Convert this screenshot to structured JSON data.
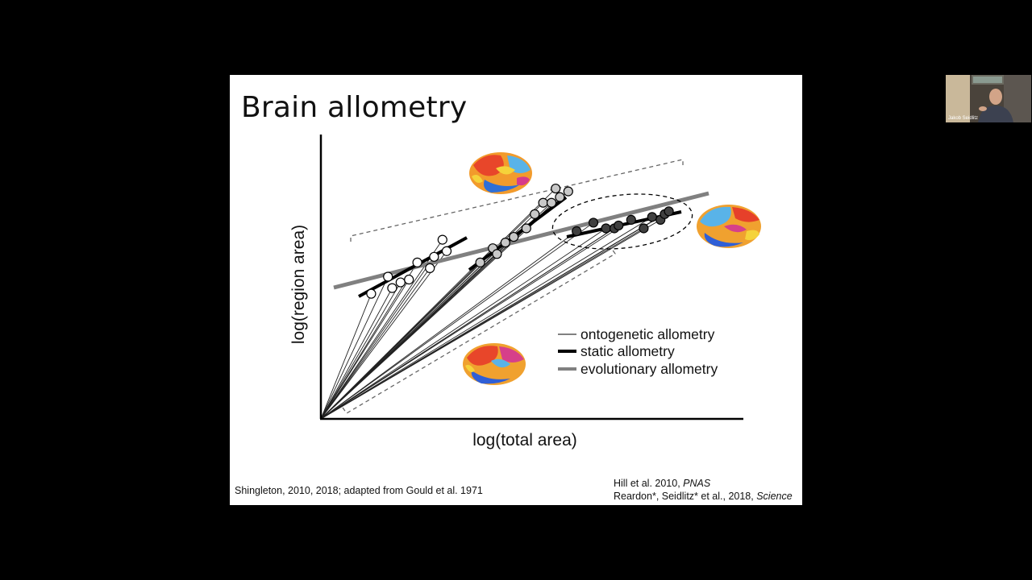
{
  "slide": {
    "title": "Brain allometry",
    "xlabel": "log(total area)",
    "ylabel": "log(region area)",
    "legend": [
      {
        "label": "ontogenetic allometry",
        "style": "thin",
        "color": "#000000"
      },
      {
        "label": "static allometry",
        "style": "thick",
        "color": "#000000"
      },
      {
        "label": "evolutionary allometry",
        "style": "thick",
        "color": "#808080"
      }
    ],
    "citation_left": "Shingleton, 2010, 2018; adapted from Gould et al. 1971",
    "citation_right": {
      "line1_text": "Hill et al. 2010, ",
      "line1_italic": "PNAS",
      "line2_text": "Reardon*, Seidlitz* et al., 2018, ",
      "line2_italic": "Science"
    },
    "brain_images": [
      "brain-surface-map-top",
      "brain-surface-map-right",
      "brain-surface-map-bottom"
    ],
    "colors": {
      "evolutionary": "#808080",
      "static": "#000000",
      "dashed": "#666666",
      "filled_point": "#404040"
    }
  },
  "video": {
    "speaker_name": "Jakob Seidlitz"
  },
  "chart_data": {
    "type": "scatter",
    "title": "",
    "xlabel": "log(total area)",
    "ylabel": "log(region area)",
    "series": [
      {
        "name": "ontogenetic allometry",
        "note": "thin lines from origin to each point"
      },
      {
        "name": "static allometry",
        "note": "thick black regression line per group"
      },
      {
        "name": "evolutionary allometry",
        "note": "thick gray line across groups"
      }
    ],
    "groups": [
      {
        "fill": "open",
        "points": [
          [
            0.12,
            0.44
          ],
          [
            0.16,
            0.5
          ],
          [
            0.17,
            0.46
          ],
          [
            0.19,
            0.48
          ],
          [
            0.21,
            0.49
          ],
          [
            0.23,
            0.55
          ],
          [
            0.26,
            0.53
          ],
          [
            0.27,
            0.57
          ],
          [
            0.29,
            0.63
          ],
          [
            0.3,
            0.59
          ]
        ]
      },
      {
        "fill": "light-gray",
        "points": [
          [
            0.38,
            0.55
          ],
          [
            0.41,
            0.6
          ],
          [
            0.42,
            0.58
          ],
          [
            0.44,
            0.62
          ],
          [
            0.46,
            0.64
          ],
          [
            0.49,
            0.67
          ],
          [
            0.51,
            0.72
          ],
          [
            0.53,
            0.76
          ],
          [
            0.55,
            0.76
          ],
          [
            0.57,
            0.78
          ],
          [
            0.56,
            0.81
          ],
          [
            0.59,
            0.8
          ]
        ]
      },
      {
        "fill": "dark",
        "points": [
          [
            0.61,
            0.66
          ],
          [
            0.65,
            0.69
          ],
          [
            0.68,
            0.67
          ],
          [
            0.7,
            0.67
          ],
          [
            0.71,
            0.68
          ],
          [
            0.74,
            0.7
          ],
          [
            0.77,
            0.67
          ],
          [
            0.79,
            0.71
          ],
          [
            0.81,
            0.7
          ],
          [
            0.82,
            0.72
          ],
          [
            0.83,
            0.73
          ]
        ]
      }
    ]
  }
}
